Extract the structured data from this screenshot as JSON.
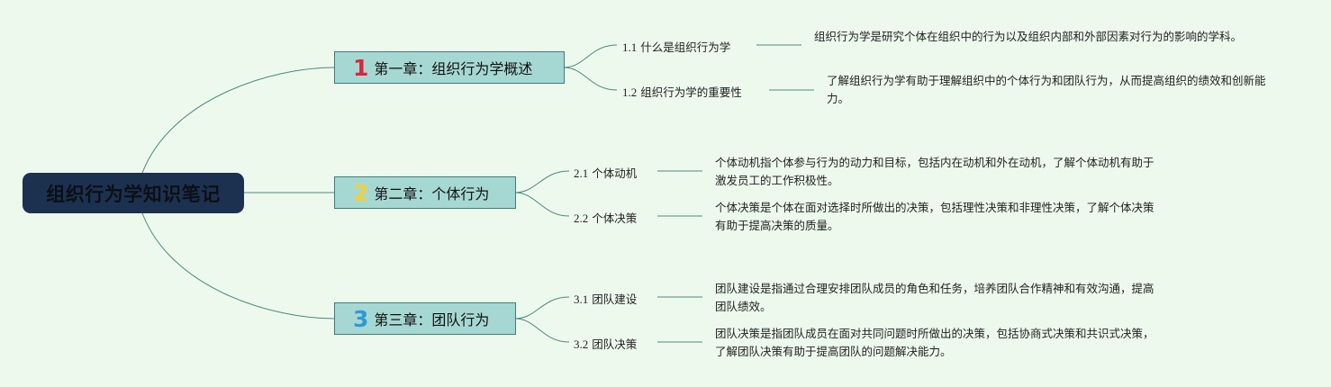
{
  "root": {
    "title": "组织行为学知识笔记"
  },
  "chapters": [
    {
      "num": "1",
      "num_color": "#d8283a",
      "label": "第一章：组织行为学概述",
      "topics": [
        {
          "num": "1.1",
          "label": "什么是组织行为学",
          "desc": "组织行为学是研究个体在组织中的行为以及组织内部和外部因素对行为的影响的学科。"
        },
        {
          "num": "1.2",
          "label": "组织行为学的重要性",
          "desc": "了解组织行为学有助于理解组织中的个体行为和团队行为，从而提高组织的绩效和创新能力。"
        }
      ]
    },
    {
      "num": "2",
      "num_color": "#f3cf3a",
      "label": "第二章：个体行为",
      "topics": [
        {
          "num": "2.1",
          "label": "个体动机",
          "desc": "个体动机指个体参与行为的动力和目标，包括内在动机和外在动机，了解个体动机有助于激发员工的工作积极性。"
        },
        {
          "num": "2.2",
          "label": "个体决策",
          "desc": "个体决策是个体在面对选择时所做出的决策，包括理性决策和非理性决策，了解个体决策有助于提高决策的质量。"
        }
      ]
    },
    {
      "num": "3",
      "num_color": "#2b9bd7",
      "label": "第三章：团队行为",
      "topics": [
        {
          "num": "3.1",
          "label": "团队建设",
          "desc": "团队建设是指通过合理安排团队成员的角色和任务，培养团队合作精神和有效沟通，提高团队绩效。"
        },
        {
          "num": "3.2",
          "label": "团队决策",
          "desc": "团队决策是指团队成员在面对共同问题时所做出的决策，包括协商式决策和共识式决策，了解团队决策有助于提高团队的问题解决能力。"
        }
      ]
    }
  ]
}
